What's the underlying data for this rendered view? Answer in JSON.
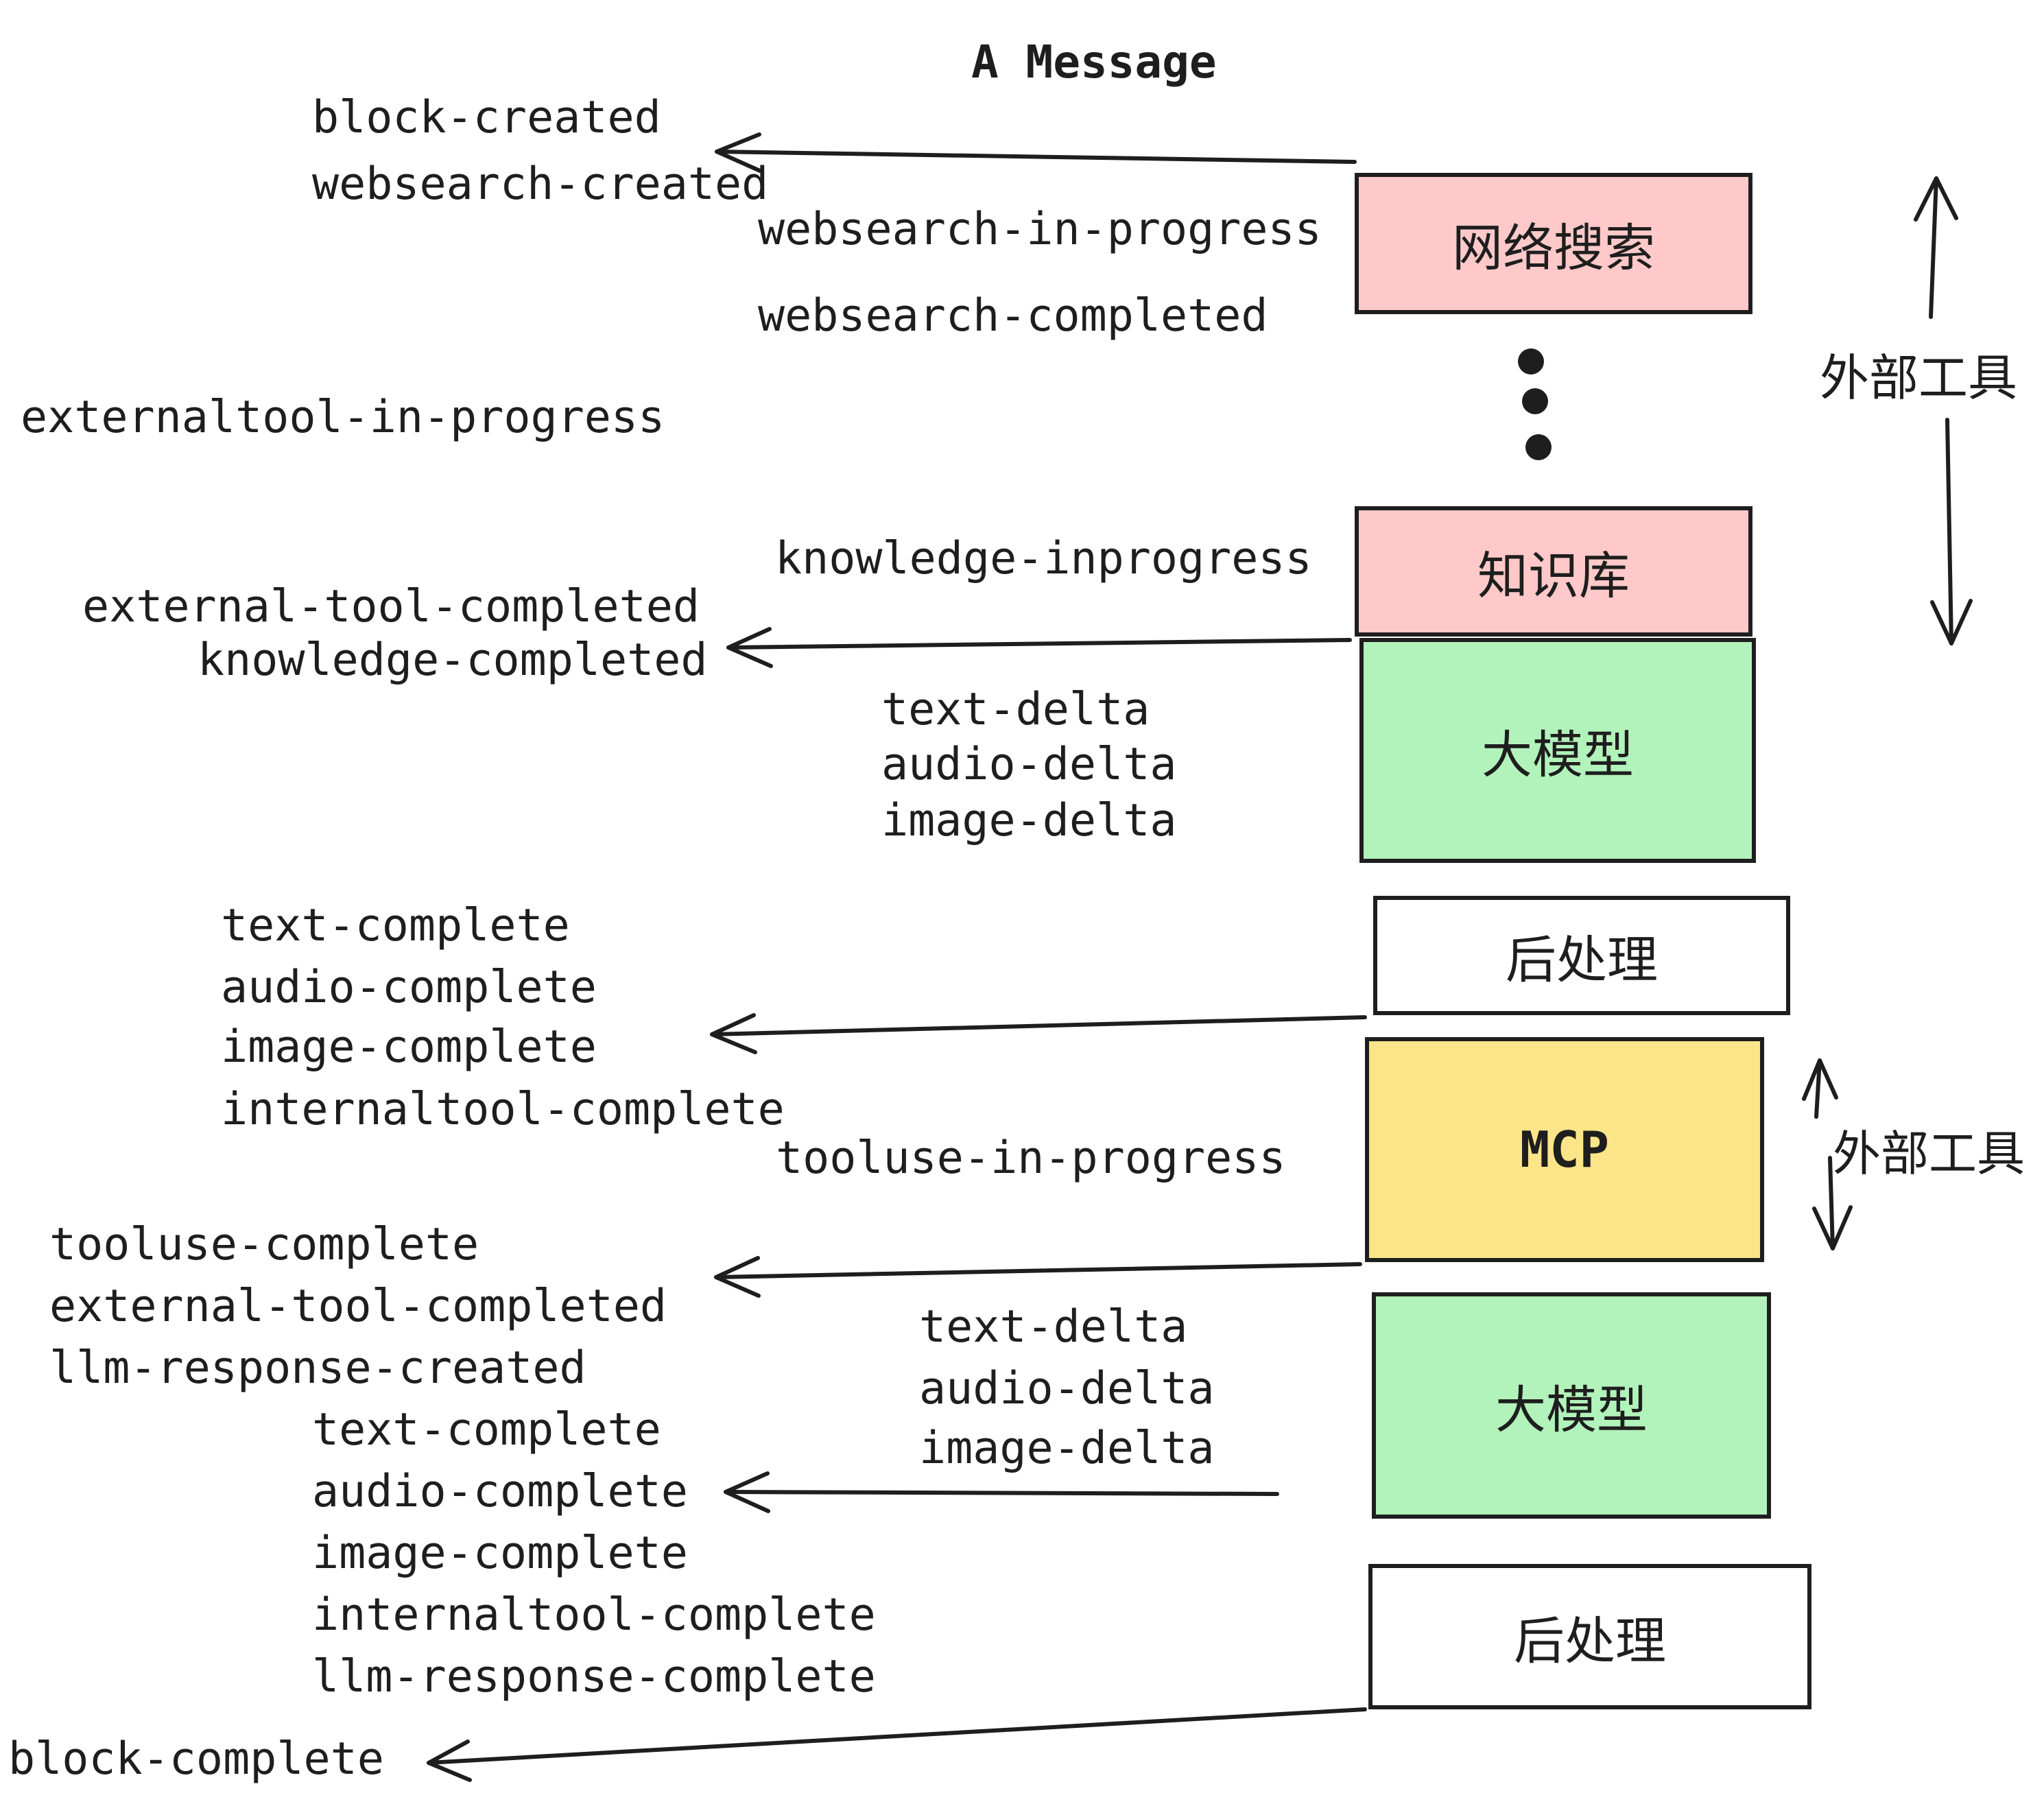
{
  "title": "A Message",
  "colors": {
    "box_pink": "#ffc9c9",
    "box_green": "#b2f2bb",
    "box_yellow": "#fbe588",
    "box_white": "#ffffff",
    "ink": "#1e1e1e"
  },
  "boxes": {
    "websearch": "网络搜索",
    "knowledge": "知识库",
    "llm1": "大模型",
    "post1": "后处理",
    "mcp": "MCP",
    "llm2": "大模型",
    "post2": "后处理"
  },
  "side_labels": {
    "external_tools_upper": "外部工具",
    "external_tools_lower": "外部工具"
  },
  "events": {
    "block_created": "block-created",
    "websearch_created": "websearch-created",
    "websearch_in_progress": "websearch-in-progress",
    "websearch_completed": "websearch-completed",
    "externaltool_in_progress": "externaltool-in-progress",
    "knowledge_inprogress": "knowledge-inprogress",
    "external_tool_completed_1": "external-tool-completed",
    "knowledge_completed": "knowledge-completed",
    "text_delta_1": "text-delta",
    "audio_delta_1": "audio-delta",
    "image_delta_1": "image-delta",
    "text_complete_1": "text-complete",
    "audio_complete_1": "audio-complete",
    "image_complete_1": "image-complete",
    "internaltool_complete_1": "internaltool-complete",
    "tooluse_in_progress": "tooluse-in-progress",
    "tooluse_complete": "tooluse-complete",
    "external_tool_completed_2": "external-tool-completed",
    "llm_response_created": "llm-response-created",
    "text_complete_2": "text-complete",
    "text_delta_2": "text-delta",
    "audio_delta_2": "audio-delta",
    "image_delta_2": "image-delta",
    "audio_complete_2": "audio-complete",
    "image_complete_2": "image-complete",
    "internaltool_complete_2": "internaltool-complete",
    "llm_response_complete": "llm-response-complete",
    "block_complete": "block-complete"
  }
}
